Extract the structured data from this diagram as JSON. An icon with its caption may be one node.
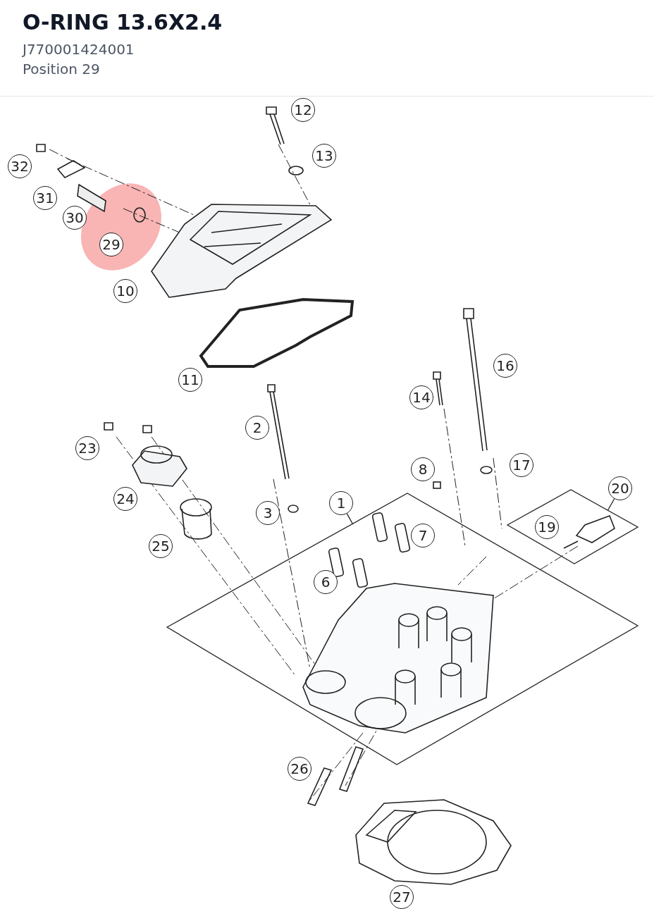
{
  "diagram": {
    "title": "O-RING 13.6X2.4",
    "nodes": [
      {
        "text": [
          "12"
        ]
      },
      {
        "text": [
          "13"
        ]
      },
      {
        "text": [
          "32"
        ]
      },
      {
        "text": [
          "31"
        ]
      },
      {
        "text": [
          "30"
        ]
      },
      {
        "text": [
          "29"
        ]
      },
      {
        "text": [
          "10"
        ]
      },
      {
        "text": [
          "16"
        ]
      },
      {
        "text": [
          "11"
        ]
      },
      {
        "text": [
          "14"
        ]
      },
      {
        "text": [
          "2"
        ]
      },
      {
        "text": [
          "23"
        ]
      },
      {
        "text": [
          "17"
        ]
      },
      {
        "text": [
          "8"
        ]
      },
      {
        "text": [
          "20"
        ]
      },
      {
        "text": [],
        "shape": "diamond"
      },
      {
        "text": [],
        "shape": "diamond"
      },
      {
        "text": [
          "24"
        ]
      },
      {
        "text": [
          "1"
        ]
      },
      {
        "text": [
          "3"
        ]
      },
      {
        "text": [
          "19"
        ],
        "in": 15
      },
      {
        "text": [
          "7"
        ],
        "in": 16
      },
      {
        "text": [
          "25"
        ]
      },
      {
        "text": [
          "6"
        ],
        "in": 16
      },
      {
        "text": [
          "26"
        ]
      },
      {
        "text": [
          "27"
        ]
      }
    ],
    "edges": [
      {
        "from": 18,
        "to": 16,
        "arrow": "none"
      },
      {
        "from": 14,
        "to": 15,
        "arrow": "none"
      }
    ],
    "labels": [
      "J770001424001",
      "Position 29"
    ]
  }
}
